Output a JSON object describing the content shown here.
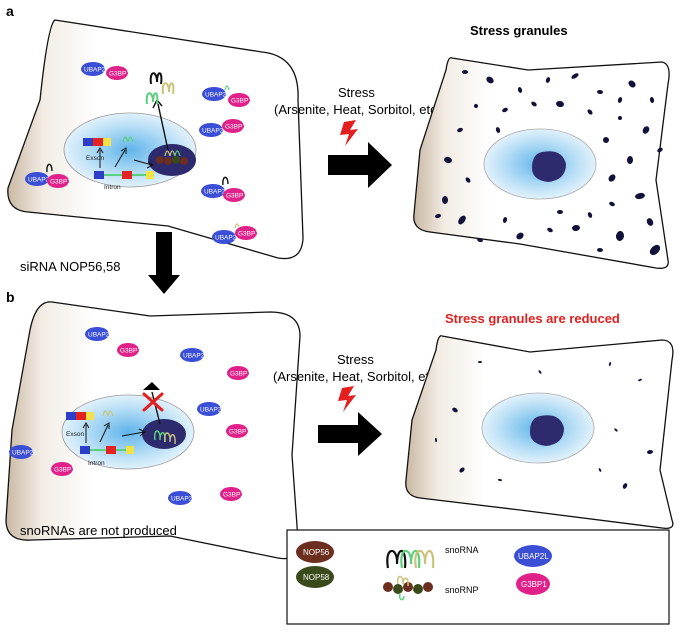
{
  "panels": {
    "a": "a",
    "b": "b"
  },
  "titles": {
    "stress_granules": "Stress granules",
    "stress_granules_reduced": "Stress granules are reduced"
  },
  "stress": {
    "label": "Stress",
    "conditions": "(Arsenite, Heat, Sorbitol, etc. )"
  },
  "gene": {
    "exon": "Exson",
    "intron": "Intron"
  },
  "proteins": {
    "ubap2l": "UBAP2L",
    "g3bp1": "G3BP1"
  },
  "treatment": "siRNA NOP56,58",
  "caption_b": "snoRNAs are not produced",
  "legend": {
    "nop56": "NOP56",
    "nop58": "NOP58",
    "snorna": "snoRNA",
    "snornp": "snoRNP",
    "ubap2l": "UBAP2L",
    "g3bp1": "G3BP1"
  },
  "colors": {
    "ubap2l": "#3b4fd6",
    "g3bp1": "#e0218a",
    "nop56": "#6b2e1f",
    "nop58": "#3a4a1a",
    "nucleolus": "#2d2b6e",
    "nucleus": "#7ec3ef",
    "granule": "#11113a",
    "alert": "#e41f1f"
  }
}
